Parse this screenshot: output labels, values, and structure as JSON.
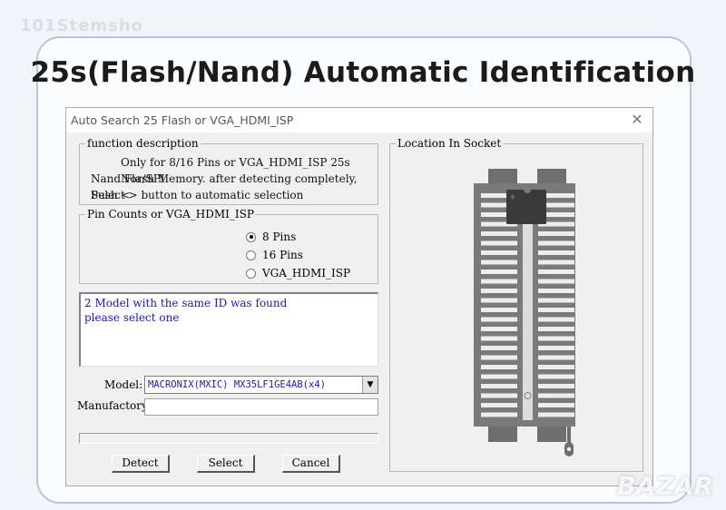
{
  "watermark_top": "101Stemsho",
  "watermark_bottom": "BAZAR",
  "headline": "25s(Flash/Nand) Automatic Identification",
  "dialog": {
    "title": "Auto Search 25 Flash or VGA_HDMI_ISP",
    "close_glyph": "✕",
    "function_group": {
      "label": "function description",
      "lines": [
        "Only for 8/16 Pins or VGA_HDMI_ISP 25s Nor/SPI",
        "Nand Flash Memory. after detecting completely, Push <",
        "Select > button to automatic selection"
      ]
    },
    "pins_group": {
      "label": "Pin Counts or VGA_HDMI_ISP",
      "options": [
        "8 Pins",
        "16 Pins",
        "VGA_HDMI_ISP"
      ],
      "selected": "8 Pins"
    },
    "messages": [
      "2 Model with the same ID was found",
      "please select one"
    ],
    "model_label": "Model:",
    "model_value": "MACRONIX(MXIC) MX35LF1GE4AB(x4)",
    "manufactory_label": "Manufactory",
    "manufactory_value": "",
    "buttons": {
      "detect": "Detect",
      "select": "Select",
      "cancel": "Cancel"
    },
    "socket_group": {
      "label": "Location In Socket"
    }
  },
  "colors": {
    "message_text": "#1a1aa8",
    "panel_border": "#b9c3dc"
  }
}
